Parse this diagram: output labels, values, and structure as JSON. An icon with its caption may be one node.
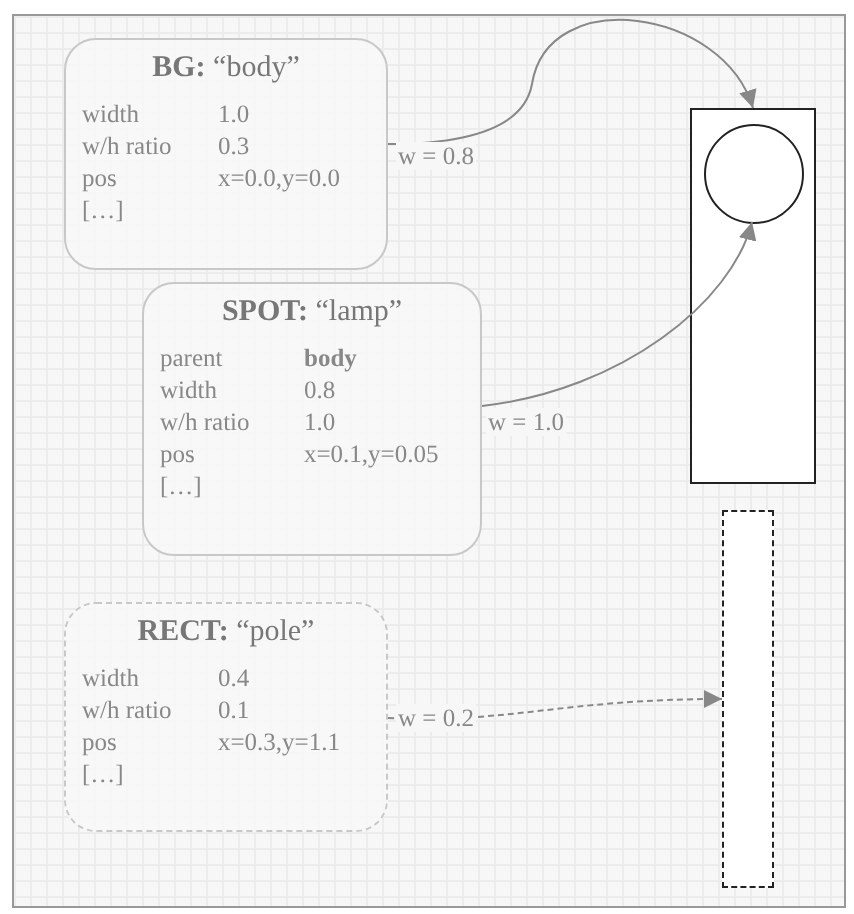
{
  "diagram": {
    "nodes": [
      {
        "text": [
          "**BG:** “body”",
          "width",
          "1.0",
          "w/h ratio",
          "0.3",
          "pos",
          "x=0.0,y=0.0",
          "[…]"
        ]
      },
      {
        "text": [
          "**SPOT:** “lamp”",
          "parent",
          "**body**",
          "width",
          "0.8",
          "w/h ratio",
          "1.0",
          "pos",
          "x=0.1,y=0.05",
          "[…]"
        ]
      },
      {
        "text": [
          "**RECT:** “pole”",
          "width",
          "0.4",
          "w/h ratio",
          "0.1",
          "pos",
          "x=0.3,y=1.1",
          "[…]"
        ]
      },
      {
        "text": [],
        "shape": "box"
      },
      {
        "text": [],
        "shape": "circle",
        "in": 3
      },
      {
        "text": [],
        "shape": "box"
      }
    ],
    "edges": [
      {
        "from": 0,
        "to": 3,
        "arrow": "to",
        "label": "w = 0.8"
      },
      {
        "from": 1,
        "to": 4,
        "arrow": "to",
        "label": "w = 1.0"
      },
      {
        "from": 2,
        "to": 5,
        "arrow": "to",
        "label": "w = 0.2",
        "style": "dashed"
      }
    ]
  }
}
